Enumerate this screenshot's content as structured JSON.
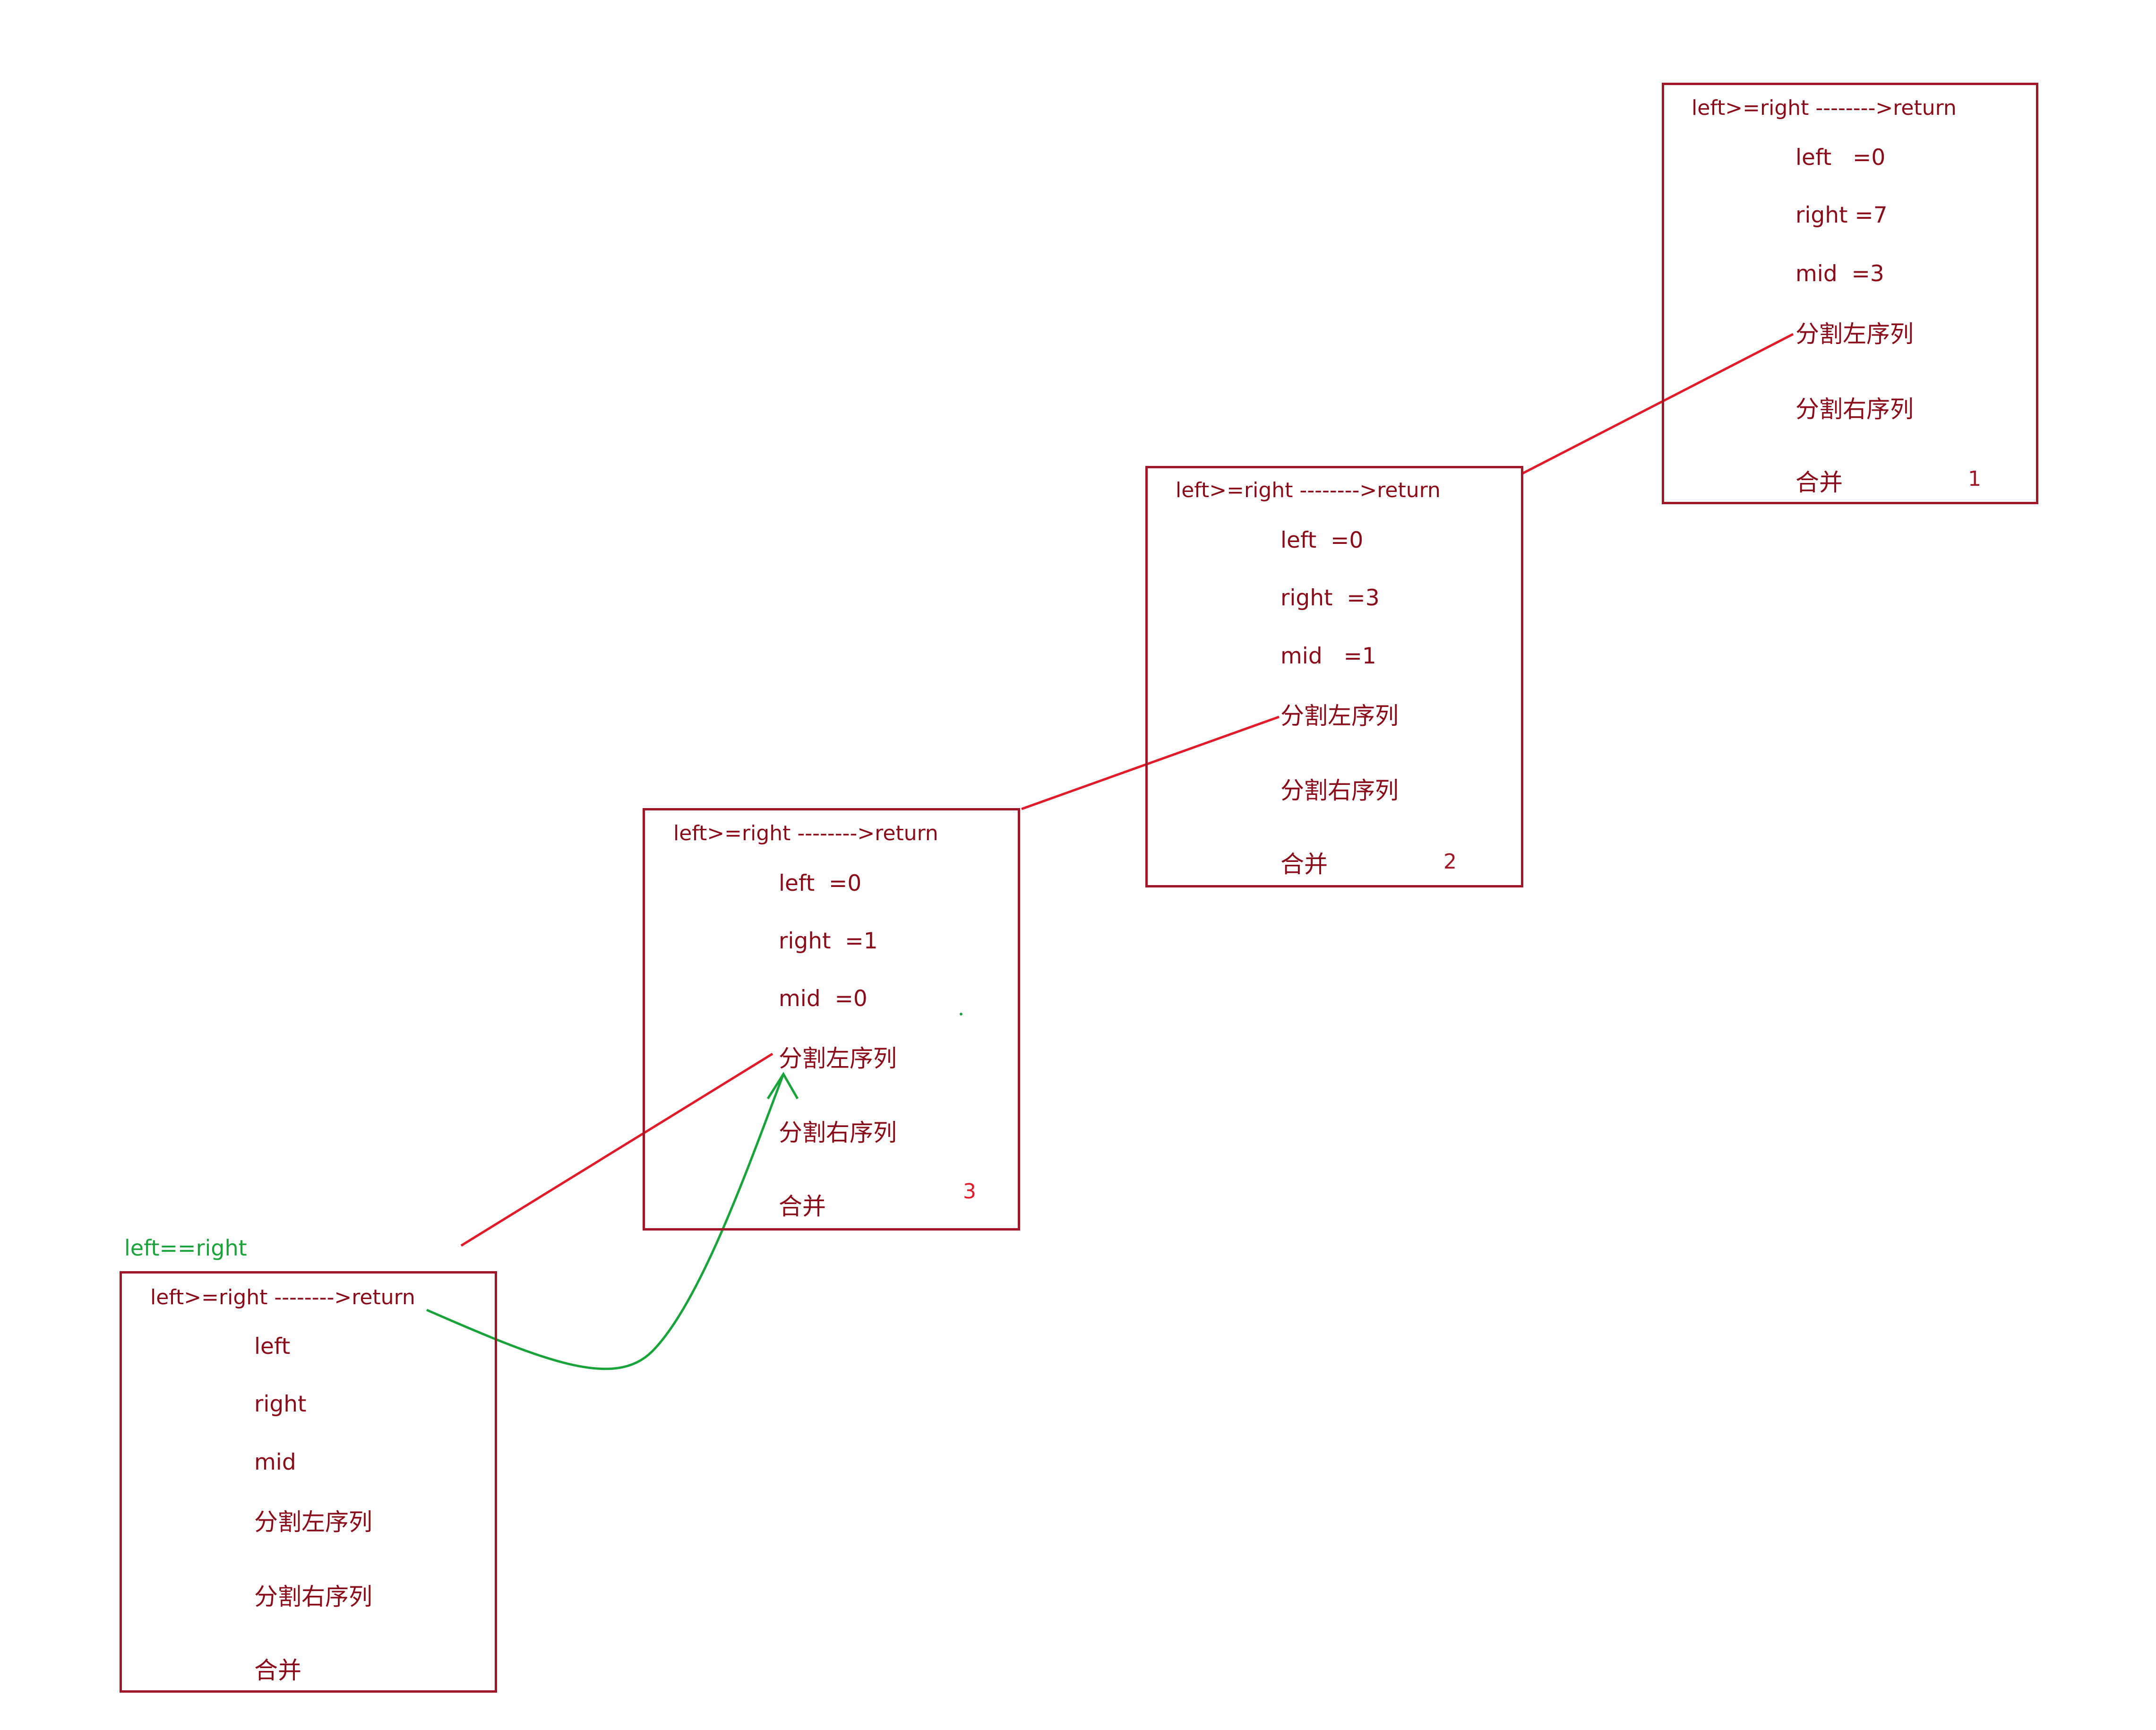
{
  "colors": {
    "box_border": "#a01828",
    "box_text": "#8a0c1a",
    "red_line": "#e21b2a",
    "green": "#1aa33a",
    "background": "#ffffff"
  },
  "frames": [
    {
      "header": "left>=right -------->return",
      "left": "left   =0",
      "right": "right =7",
      "mid": "mid  =3",
      "split_left": "分割左序列",
      "split_right": "分割右序列",
      "merge": "合并",
      "number": "1"
    },
    {
      "header": "left>=right -------->return",
      "left": "left  =0",
      "right": "right  =3",
      "mid": "mid   =1",
      "split_left": "分割左序列",
      "split_right": "分割右序列",
      "merge": "合并",
      "number": "2"
    },
    {
      "header": "left>=right -------->return",
      "left": "left  =0",
      "right": "right  =1",
      "mid": "mid  =0",
      "split_left": "分割左序列",
      "split_right": "分割右序列",
      "merge": "合并",
      "number": "3"
    },
    {
      "header": "left>=right -------->return",
      "left": "left",
      "right": "right",
      "mid": "mid",
      "split_left": "分割左序列",
      "split_right": "分割右序列",
      "merge": "合并"
    }
  ],
  "annotation": "left==right"
}
